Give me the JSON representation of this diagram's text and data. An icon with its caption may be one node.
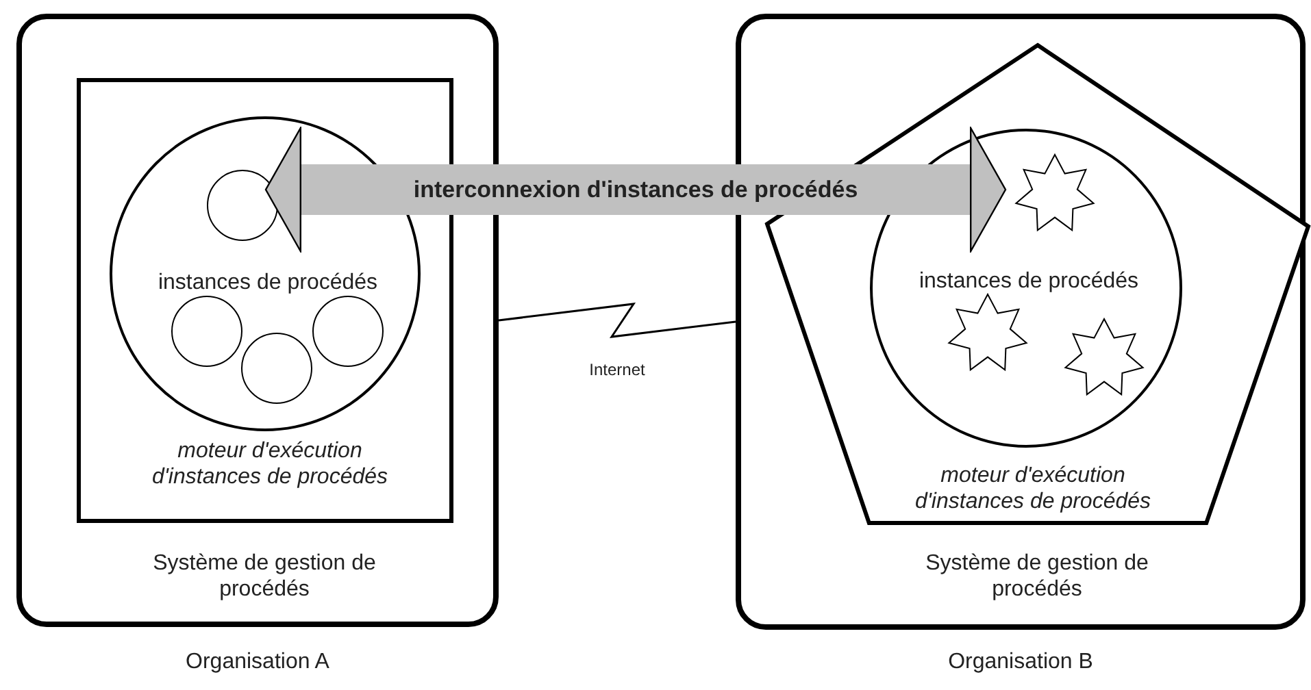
{
  "diagram": {
    "nodes": [
      {
        "text": [
          "Système de gestion de procédés"
        ],
        "beside": [
          "Organisation A"
        ]
      },
      {
        "text": [
          "moteur d'exécution d'instances de procédés"
        ],
        "in": 0
      },
      {
        "text": [
          "instances de procédés"
        ],
        "in": 1
      },
      {
        "text": [],
        "shape": "circle",
        "in": 2
      },
      {
        "text": [],
        "shape": "circle",
        "in": 2
      },
      {
        "text": [],
        "shape": "circle",
        "in": 2
      },
      {
        "text": [],
        "shape": "circle",
        "in": 2
      },
      {
        "text": [
          "Système de gestion de procédés"
        ],
        "beside": [
          "Organisation B"
        ]
      },
      {
        "text": [
          "moteur d'exécution d'instances de procédés"
        ],
        "in": 7
      },
      {
        "text": [
          "instances de procédés"
        ],
        "in": 8
      },
      {
        "text": [],
        "shape": "star",
        "in": 9
      },
      {
        "text": [],
        "shape": "star",
        "in": 9
      },
      {
        "text": [],
        "shape": "star",
        "in": 9
      }
    ],
    "edges": [
      {
        "from": 3,
        "to": 10,
        "arrow": "both",
        "label": "interconnexion d'instances de procédés",
        "style": "thick"
      },
      {
        "from": 0,
        "to": 7,
        "arrow": "none",
        "label": "Internet",
        "color": "#000000"
      }
    ]
  }
}
